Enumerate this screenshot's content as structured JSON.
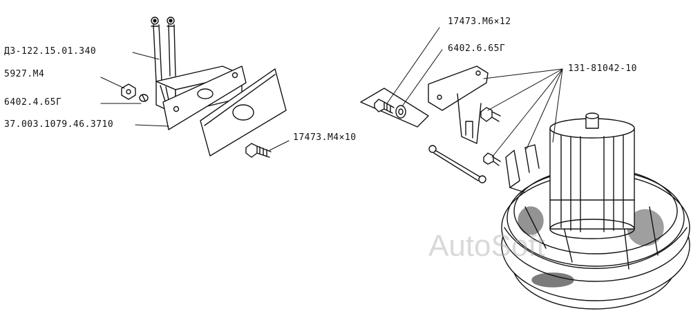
{
  "labels": {
    "cable": "Д3-122.15.01.340",
    "nut": "5927.М4",
    "washer_left": "6402.4.65Г",
    "bracket_left": "37.003.1079.46.3710",
    "screw_m4": "17473.М4×10",
    "screw_m6": "17473.М6×12",
    "washer_right": "6402.6.65Г",
    "bracket_right": "131-81042-10"
  },
  "watermark": "AutoSoft",
  "colors": {
    "ink": "#111111",
    "paper": "#ffffff"
  }
}
